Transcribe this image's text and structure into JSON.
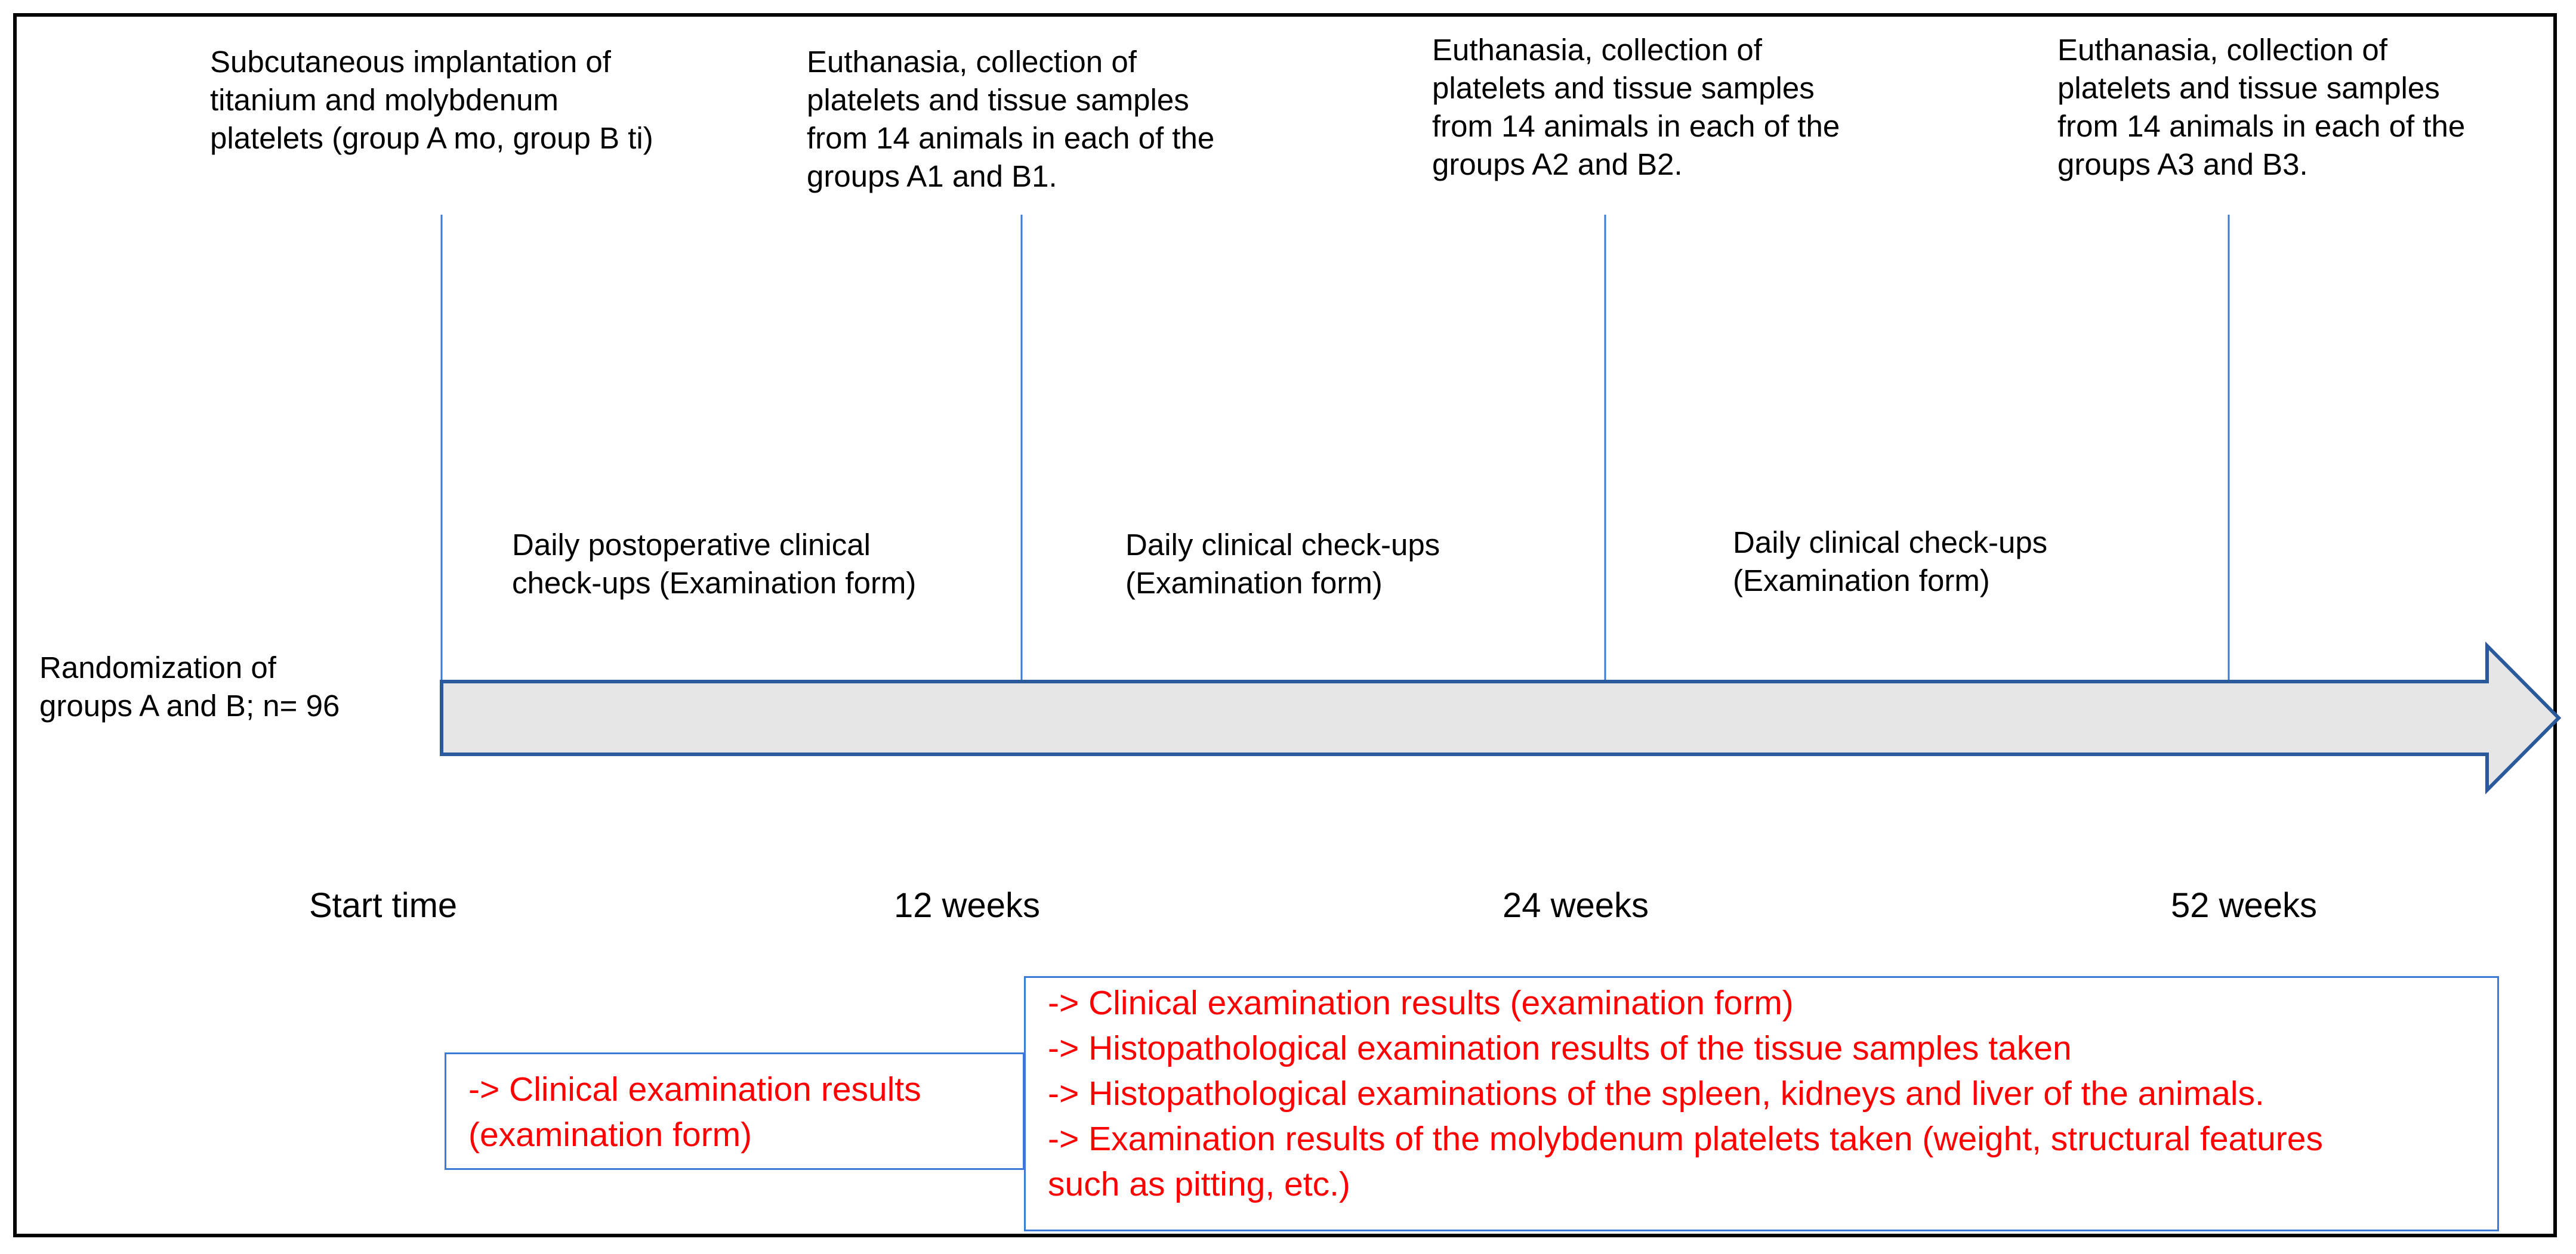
{
  "randomization": [
    "Randomization of",
    "groups A and B; n= 96"
  ],
  "events": [
    {
      "lines": [
        "Subcutaneous implantation of",
        "titanium and molybdenum",
        "platelets (group A mo, group B ti)"
      ]
    },
    {
      "lines": [
        "Euthanasia, collection of",
        "platelets and tissue samples",
        "from 14 animals in each of the",
        "groups A1 and B1."
      ]
    },
    {
      "lines": [
        "Euthanasia, collection of",
        "platelets and tissue samples",
        "from 14 animals in each of the",
        "groups A2 and B2."
      ]
    },
    {
      "lines": [
        "Euthanasia, collection of",
        "platelets and tissue samples",
        "from 14 animals in each of the",
        "groups A3 and B3."
      ]
    }
  ],
  "phases": [
    {
      "lines": [
        "Daily postoperative clinical",
        "check-ups (Examination form)"
      ]
    },
    {
      "lines": [
        "Daily clinical check-ups",
        "(Examination form)"
      ]
    },
    {
      "lines": [
        "Daily clinical check-ups",
        "(Examination form)"
      ]
    }
  ],
  "timepoints": [
    "Start time",
    "12 weeks",
    "24 weeks",
    "52 weeks"
  ],
  "results_start": [
    "-> Clinical examination results",
    "(examination form)"
  ],
  "results_end": [
    "-> Clinical examination results (examination form)",
    "-> Histopathological examination results of the tissue samples taken",
    "-> Histopathological examinations of the spleen, kidneys and liver of the animals.",
    "-> Examination results of the molybdenum platelets taken (weight, structural features",
    "such as pitting, etc.)"
  ],
  "colors": {
    "arrow_fill": "#e6e6e6",
    "arrow_stroke": "#2b5a9c",
    "milestone_line": "#3a7bd5",
    "box_border": "#3a7bd5",
    "result_text": "#ff0000",
    "frame": "#000000"
  }
}
